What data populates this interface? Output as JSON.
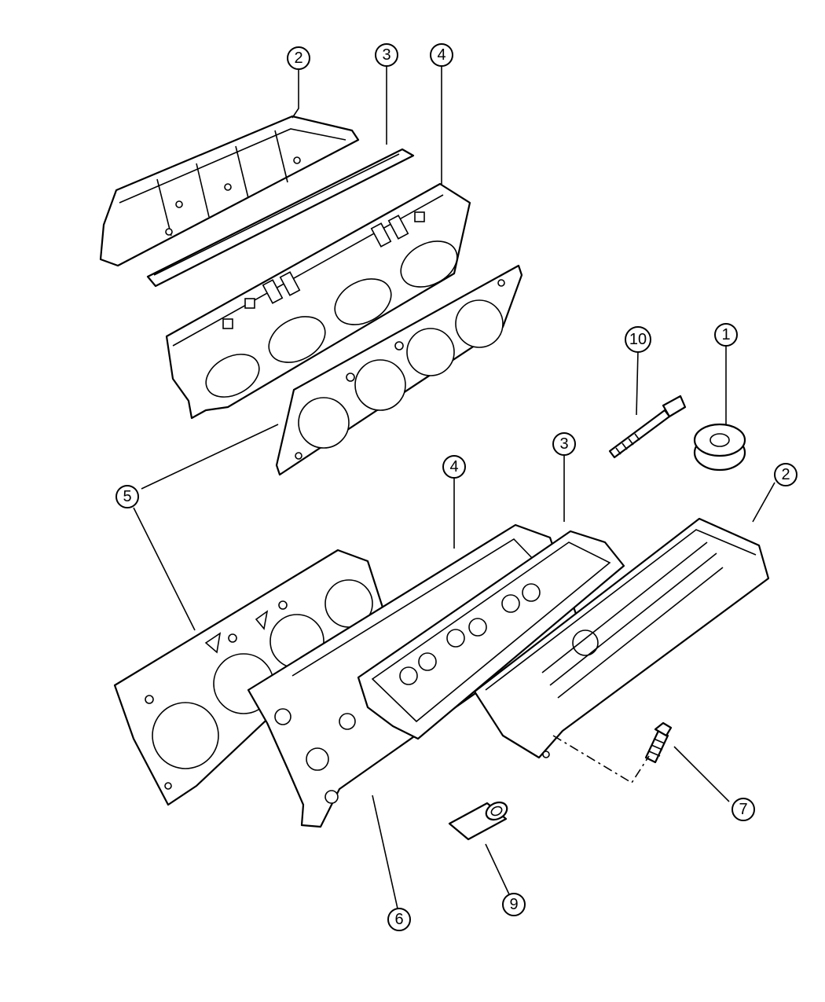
{
  "callouts": [
    {
      "id": "c1",
      "label": "2"
    },
    {
      "id": "c2",
      "label": "3"
    },
    {
      "id": "c3",
      "label": "4"
    },
    {
      "id": "c4",
      "label": "10"
    },
    {
      "id": "c5",
      "label": "1"
    },
    {
      "id": "c6",
      "label": "5"
    },
    {
      "id": "c7",
      "label": "3"
    },
    {
      "id": "c8",
      "label": "4"
    },
    {
      "id": "c9",
      "label": "2"
    },
    {
      "id": "c10",
      "label": "7"
    },
    {
      "id": "c11",
      "label": "6"
    },
    {
      "id": "c12",
      "label": "9"
    }
  ]
}
